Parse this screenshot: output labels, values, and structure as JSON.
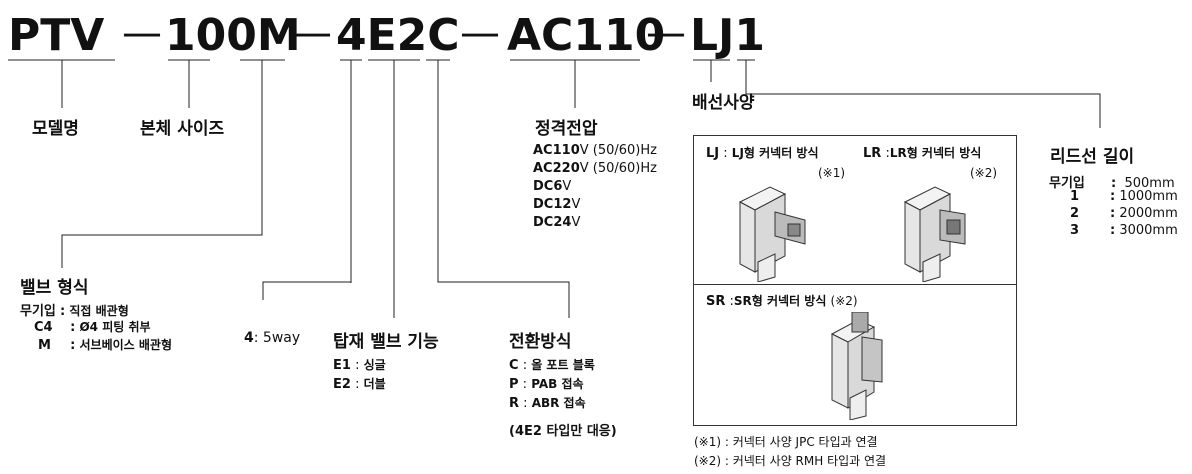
{
  "code": {
    "parts": [
      "PTV",
      "100M",
      "4E2C",
      "AC110",
      "LJ1"
    ],
    "dash": "—"
  },
  "model_name": {
    "title": "모델명"
  },
  "body_size": {
    "title": "본체 사이즈"
  },
  "rated_voltage": {
    "title": "정격전압",
    "items": [
      {
        "bold": "AC110",
        "rest": "V (50/60)Hz"
      },
      {
        "bold": "AC220",
        "rest": "V (50/60)Hz"
      },
      {
        "bold": "DC6",
        "rest": "V"
      },
      {
        "bold": "DC12",
        "rest": "V"
      },
      {
        "bold": "DC24",
        "rest": "V"
      }
    ]
  },
  "wiring": {
    "title": "배선사양",
    "lj": {
      "code": "LJ",
      "sep": ":",
      "desc": "LJ형 커넥터 방식",
      "note": "(※1)"
    },
    "lr": {
      "code": "LR",
      "sep": ":",
      "desc": "LR형 커넥터 방식",
      "note": "(※2)"
    },
    "sr": {
      "code": "SR",
      "sep": ":",
      "desc": "SR형 커넥터 방식",
      "note": "(※2)"
    },
    "footnotes": [
      "(※1) : 커넥터 사양 JPC 타입과 연결",
      "(※2) : 커넥터 사양 RMH 타입과 연결"
    ]
  },
  "lead_length": {
    "title": "리드선 길이",
    "items": [
      {
        "code": "무기입",
        "sep": ":",
        "value": "500mm"
      },
      {
        "code": "1",
        "sep": ":",
        "value": "1000mm"
      },
      {
        "code": "2",
        "sep": ":",
        "value": "2000mm"
      },
      {
        "code": "3",
        "sep": ":",
        "value": "3000mm"
      }
    ]
  },
  "valve_type": {
    "title": "밸브 형식",
    "items": [
      {
        "code": "무기입",
        "sep": ":",
        "desc": "직접 배관형"
      },
      {
        "code": "C4",
        "sep": ":",
        "desc": "Ø4 피팅 취부"
      },
      {
        "code": "M",
        "sep": ":",
        "desc": "서브베이스 배관형"
      }
    ]
  },
  "way": {
    "code": "4",
    "sep": ":",
    "desc": "5way"
  },
  "valve_function": {
    "title": "탑재 밸브 기능",
    "items": [
      {
        "code": "E1",
        "sep": ":",
        "desc": "싱글"
      },
      {
        "code": "E2",
        "sep": ":",
        "desc": "더블"
      }
    ]
  },
  "switching": {
    "title": "전환방식",
    "items": [
      {
        "code": "C",
        "sep": ":",
        "desc": "올 포트 블록"
      },
      {
        "code": "P",
        "sep": ":",
        "desc": "PAB 접속"
      },
      {
        "code": "R",
        "sep": ":",
        "desc": "ABR 접속"
      }
    ],
    "note": "(4E2 타입만 대응)"
  }
}
